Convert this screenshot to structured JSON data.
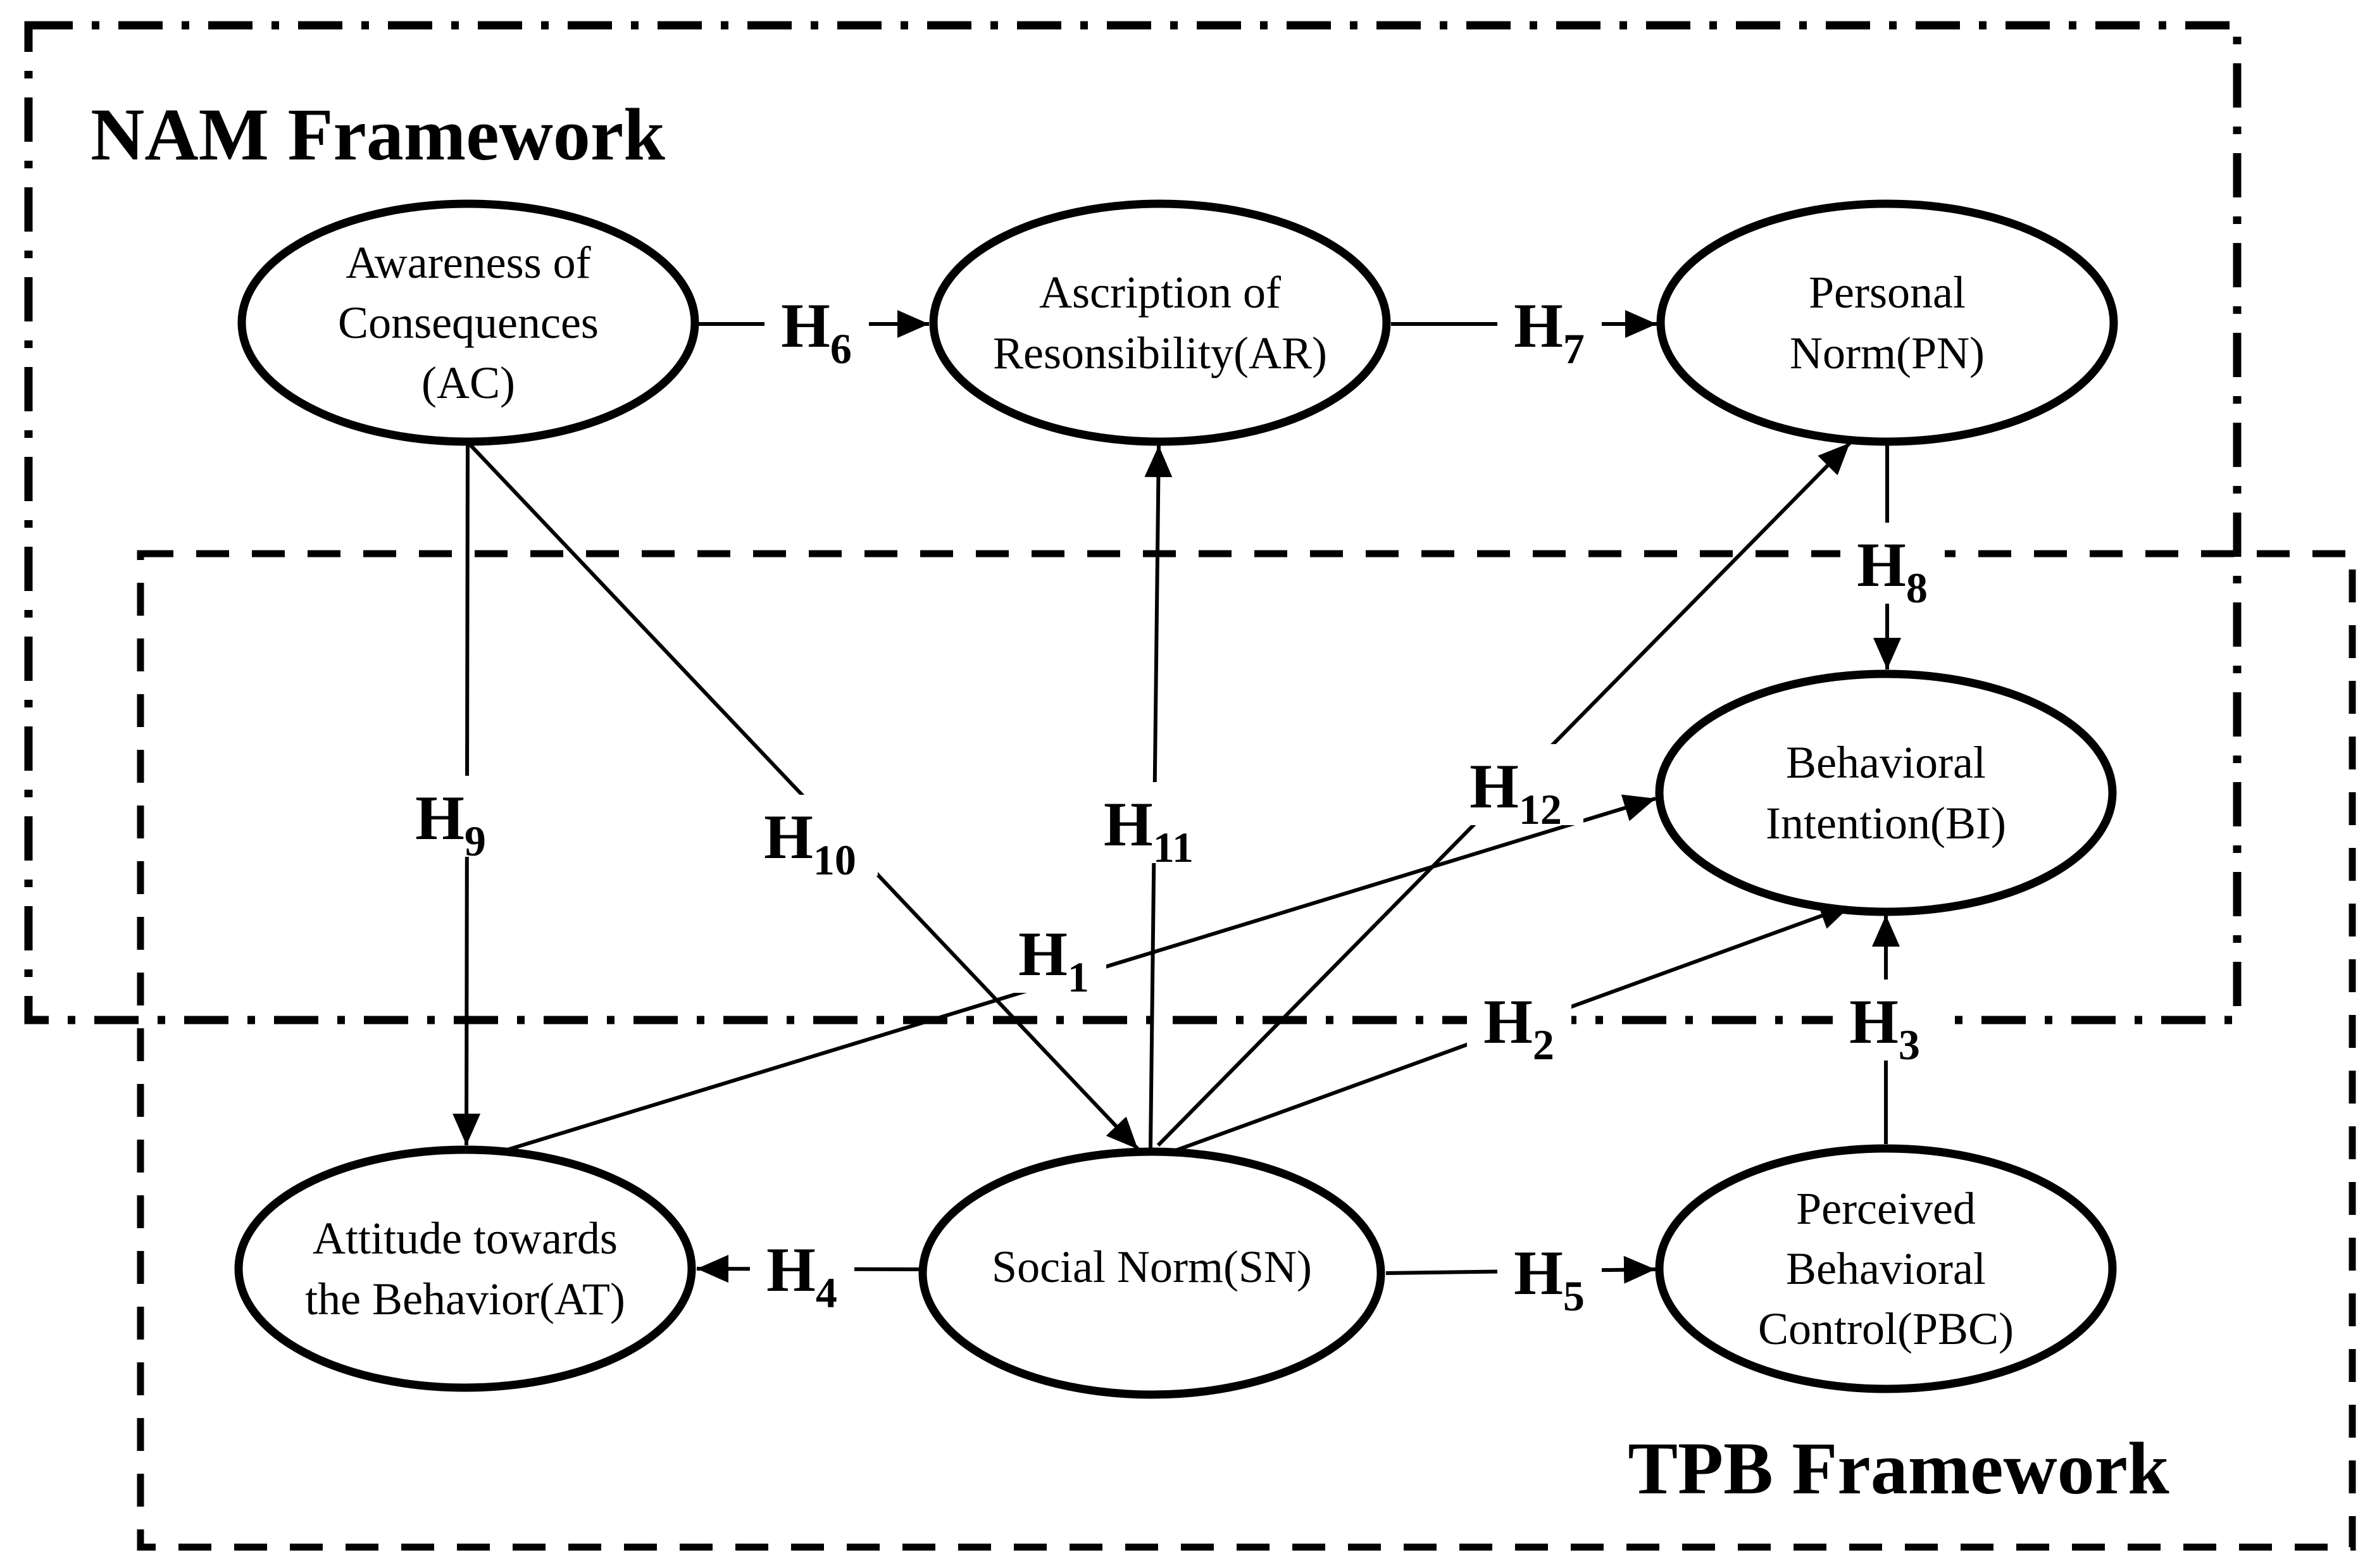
{
  "diagram": {
    "type": "structural-path-diagram",
    "colors": {
      "ink": "#000000",
      "background": "#ffffff"
    },
    "frameworks": {
      "nam": {
        "title": "NAM Framework",
        "border_style": "dash-dot"
      },
      "tpb": {
        "title": "TPB Framework",
        "border_style": "dashed"
      }
    },
    "nodes": {
      "ac": {
        "abbr": "AC",
        "lines": [
          "Awareness of",
          "Consequences",
          "(AC)"
        ]
      },
      "ar": {
        "abbr": "AR",
        "lines": [
          "Ascription of",
          "Resonsibility(AR)"
        ]
      },
      "pn": {
        "abbr": "PN",
        "lines": [
          "Personal",
          "Norm(PN)"
        ]
      },
      "bi": {
        "abbr": "BI",
        "lines": [
          "Behavioral",
          "Intention(BI)"
        ]
      },
      "at": {
        "abbr": "AT",
        "lines": [
          "Attitude towards",
          "the Behavior(AT)"
        ]
      },
      "sn": {
        "abbr": "SN",
        "lines": [
          "Social Norm(SN)"
        ]
      },
      "pbc": {
        "abbr": "PBC",
        "lines": [
          "Perceived",
          "Behavioral",
          "Control(PBC)"
        ]
      }
    },
    "hypotheses": {
      "h1": {
        "label": "H",
        "sub": "1",
        "from": "AT",
        "to": "BI"
      },
      "h2": {
        "label": "H",
        "sub": "2",
        "from": "SN",
        "to": "BI"
      },
      "h3": {
        "label": "H",
        "sub": "3",
        "from": "PBC",
        "to": "BI"
      },
      "h4": {
        "label": "H",
        "sub": "4",
        "from": "SN",
        "to": "AT"
      },
      "h5": {
        "label": "H",
        "sub": "5",
        "from": "SN",
        "to": "PBC"
      },
      "h6": {
        "label": "H",
        "sub": "6",
        "from": "AC",
        "to": "AR"
      },
      "h7": {
        "label": "H",
        "sub": "7",
        "from": "AR",
        "to": "PN"
      },
      "h8": {
        "label": "H",
        "sub": "8",
        "from": "PN",
        "to": "BI"
      },
      "h9": {
        "label": "H",
        "sub": "9",
        "from": "AC",
        "to": "AT"
      },
      "h10": {
        "label": "H",
        "sub": "10",
        "from": "AC",
        "to": "SN"
      },
      "h11": {
        "label": "H",
        "sub": "11",
        "from": "SN",
        "to": "AR"
      },
      "h12": {
        "label": "H",
        "sub": "12",
        "from": "SN",
        "to": "PN"
      }
    }
  }
}
